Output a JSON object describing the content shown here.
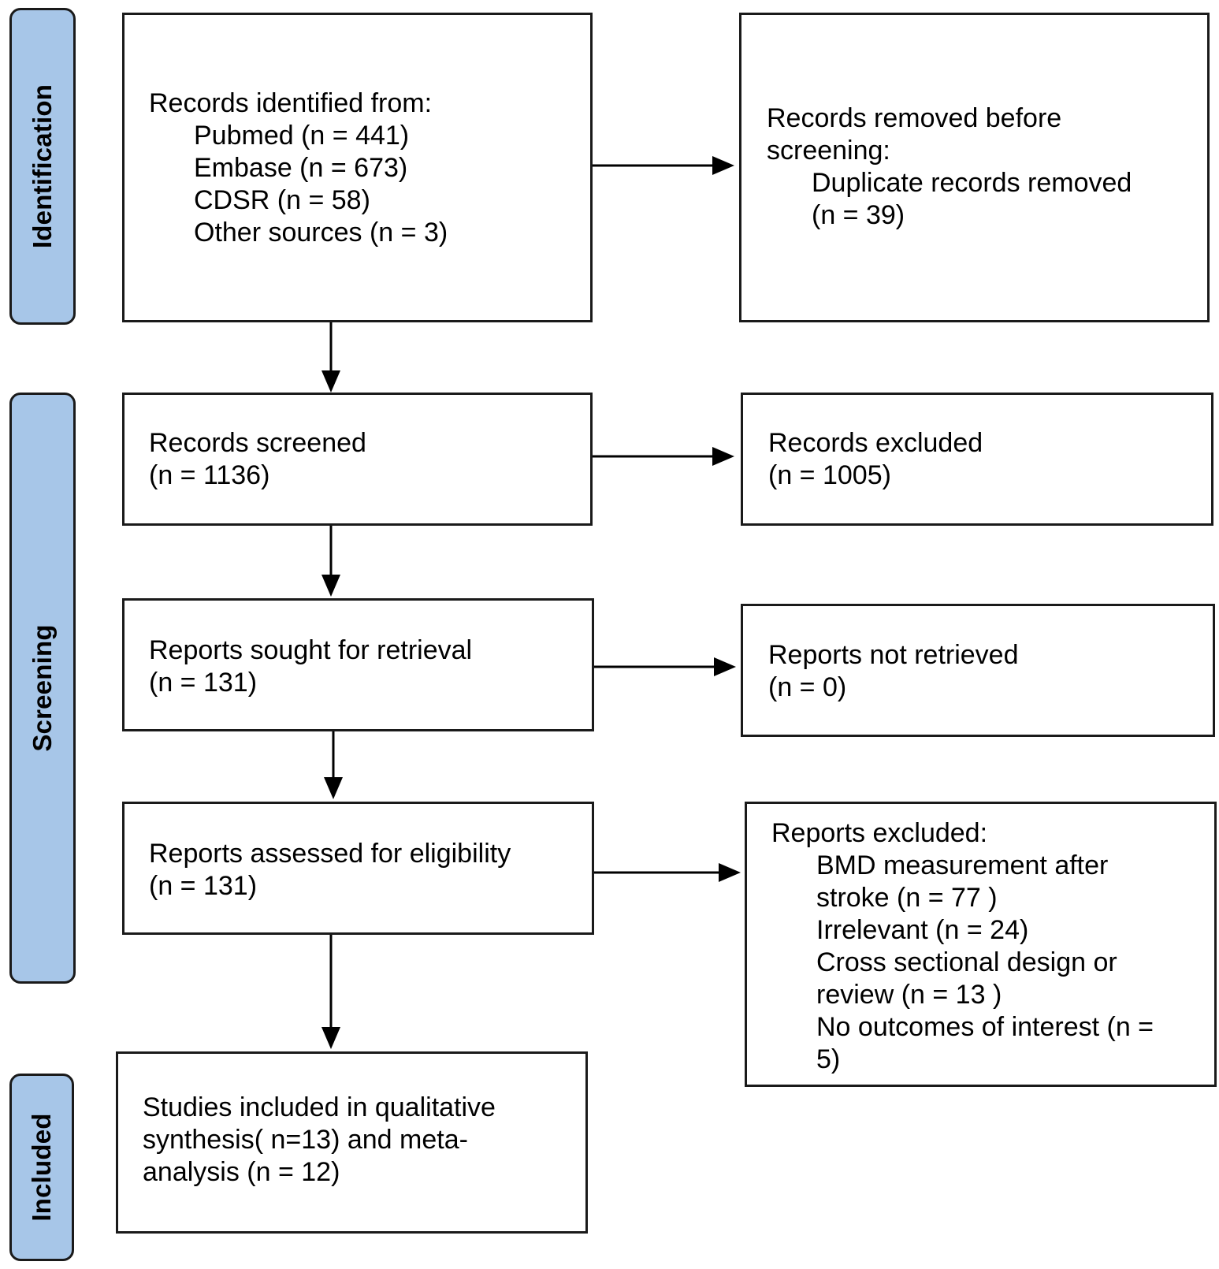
{
  "phases": {
    "identification": "Identification",
    "screening": "Screening",
    "included": "Included"
  },
  "identification_box": {
    "heading": "Records identified from:",
    "sources": [
      "Pubmed (n = 441)",
      "Embase (n = 673)",
      "CDSR (n = 58)",
      "Other sources  (n = 3)"
    ]
  },
  "removed_box": {
    "heading_1": "Records removed before",
    "heading_2": "screening:",
    "item_1": "Duplicate records removed",
    "item_2": "(n = 39)"
  },
  "screened_box": {
    "title": "Records screened",
    "count": "(n = 1136)"
  },
  "excluded_records_box": {
    "title": "Records excluded",
    "count": "(n = 1005)"
  },
  "sought_box": {
    "title": "Reports sought for retrieval",
    "count": "(n = 131)"
  },
  "not_retrieved_box": {
    "title": "Reports not retrieved",
    "count": "(n = 0)"
  },
  "assessed_box": {
    "title": "Reports assessed for eligibility",
    "count": "(n = 131)"
  },
  "reports_excluded_box": {
    "heading": "Reports excluded:",
    "reasons": [
      "BMD measurement after",
      "stroke (n = 77 )",
      "Irrelevant (n = 24)",
      "Cross sectional design or",
      "review (n = 13 )",
      "No outcomes of interest (n =",
      "5)"
    ]
  },
  "included_box": {
    "lines": [
      "Studies included in qualitative",
      "synthesis( n=13) and meta-",
      "analysis (n = 12)"
    ]
  }
}
